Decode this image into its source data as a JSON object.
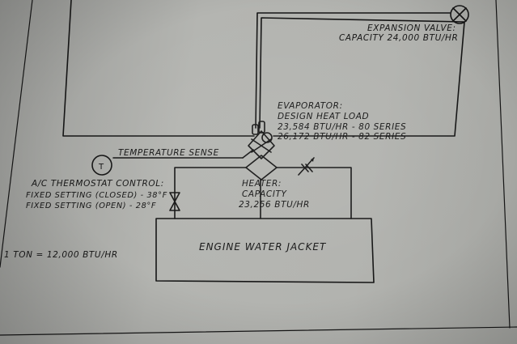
{
  "expansion_valve": {
    "line1": "EXPANSION VALVE:",
    "line2": "CAPACITY 24,000 BTU/HR"
  },
  "evaporator": {
    "line1": "EVAPORATOR:",
    "line2": "DESIGN HEAT LOAD",
    "line3": "23,584 BTU/HR - 80 SERIES",
    "line4": "26,172 BTU/HR - 82 SERIES"
  },
  "temperature_sense": "TEMPERATURE SENSE",
  "thermostat_symbol": "T",
  "thermostat": {
    "line1": "A/C THERMOSTAT CONTROL:",
    "line2": "FIXED SETTING (CLOSED) - 38°F",
    "line3": "FIXED SETTING (OPEN) - 28°F"
  },
  "heater": {
    "line1": "HEATER:",
    "line2": "CAPACITY",
    "line3": "23,256 BTU/HR"
  },
  "engine_water_jacket": "ENGINE WATER JACKET",
  "conversion_note": "1 TON = 12,000 BTU/HR"
}
